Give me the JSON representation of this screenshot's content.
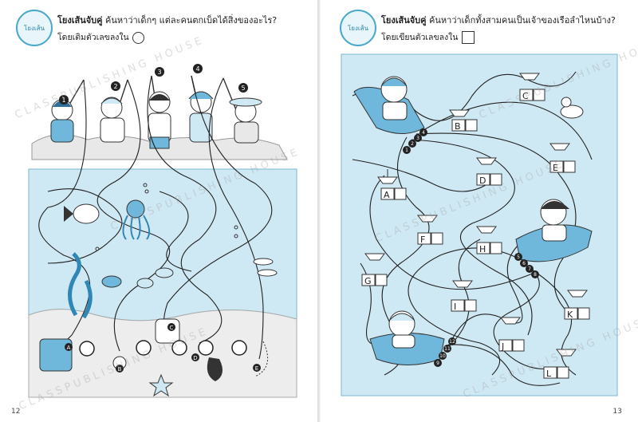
{
  "left": {
    "badge": "โยงเส้น",
    "title_bold": "โยงเส้นจับคู่",
    "title_rest": "ค้นหาว่าเด็กๆ แต่ละคนตกเบ็ดได้สิ่งของอะไร?",
    "instruction": "โดยเติมตัวเลขลงใน",
    "fisher_numbers": [
      "1",
      "2",
      "3",
      "4",
      "5"
    ],
    "treasure_letters": [
      "A",
      "B",
      "C",
      "D",
      "E"
    ],
    "page_number": "12"
  },
  "right": {
    "badge": "โยงเส้น",
    "title_bold": "โยงเส้นจับคู่",
    "title_rest": "ค้นหาว่าเด็กทั้งสามคนเป็นเจ้าของเรือลำไหนบ้าง?",
    "instruction": "โดยเขียนตัวเลขลงใน",
    "boat_letters": [
      "A",
      "B",
      "C",
      "D",
      "E",
      "F",
      "G",
      "H",
      "I",
      "J",
      "K",
      "L"
    ],
    "rope_numbers_top": [
      "1",
      "2",
      "3",
      "4"
    ],
    "rope_numbers_mid": [
      "5",
      "6",
      "7",
      "8"
    ],
    "rope_numbers_bottom": [
      "9",
      "10",
      "11",
      "12"
    ],
    "page_number": "13"
  },
  "watermark": "CLASSPUBLISHING HOUSE",
  "colors": {
    "water": "#cfe9f4",
    "water_dark": "#2f87b5",
    "line": "#222222",
    "sand": "#e9e9e9"
  }
}
